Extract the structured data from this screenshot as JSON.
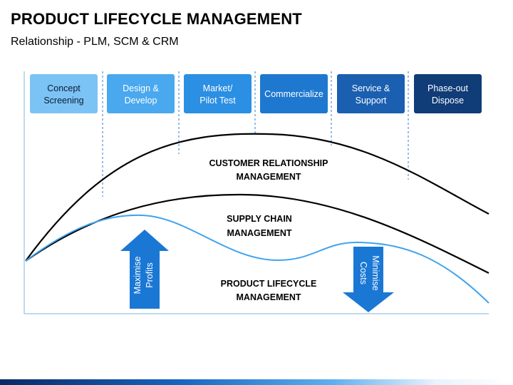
{
  "header": {
    "title": "PRODUCT LIFECYCLE MANAGEMENT",
    "subtitle": "Relationship - PLM, SCM & CRM"
  },
  "phases": [
    {
      "line1": "Concept",
      "line2": "Screening",
      "color": "#7cc3f5",
      "dark": true
    },
    {
      "line1": "Design &",
      "line2": "Develop",
      "color": "#4aa8ee",
      "dark": false
    },
    {
      "line1": "Market/",
      "line2": "Pilot Test",
      "color": "#2b8fe3",
      "dark": false
    },
    {
      "line1": "Commercialize",
      "line2": "",
      "color": "#1f78cf",
      "dark": false
    },
    {
      "line1": "Service &",
      "line2": "Support",
      "color": "#1a5fb0",
      "dark": false
    },
    {
      "line1": "Phase-out",
      "line2": "Dispose",
      "color": "#103c78",
      "dark": false
    }
  ],
  "curves": {
    "crm": {
      "line1": "CUSTOMER RELATIONSHIP",
      "line2": "MANAGEMENT",
      "color": "#000000"
    },
    "scm": {
      "line1": "SUPPLY CHAIN",
      "line2": "MANAGEMENT",
      "color": "#000000"
    },
    "plm": {
      "line1": "PRODUCT LIFECYCLE",
      "line2": "MANAGEMENT",
      "color": "#3fa3ee"
    }
  },
  "arrows": {
    "up": {
      "line1": "Maximise",
      "line2": "Profits",
      "color": "#1a78d4"
    },
    "down": {
      "line1": "Minimise",
      "line2": "Costs",
      "color": "#1a78d4"
    }
  }
}
